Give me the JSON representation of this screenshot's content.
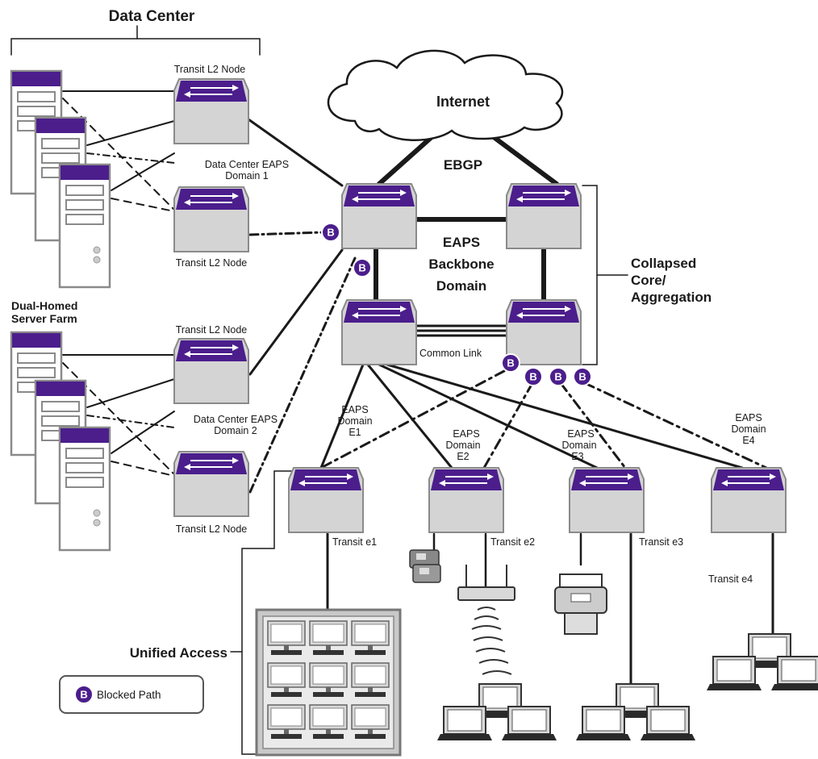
{
  "labels": {
    "data_center": "Data Center",
    "dual_homed": [
      "Dual-Homed",
      "Server Farm"
    ],
    "internet": "Internet",
    "ebgp": "EBGP",
    "eaps_backbone": [
      "EAPS",
      "Backbone",
      "Domain"
    ],
    "collapsed": [
      "Collapsed",
      "Core/",
      "Aggregation"
    ],
    "common_link": "Common Link",
    "unified_access": "Unified Access",
    "blocked_path": "Blocked Path",
    "blocked_marker": "B"
  },
  "transit_l2_nodes": [
    "Transit L2 Node",
    "Transit L2 Node",
    "Transit L2 Node",
    "Transit L2 Node"
  ],
  "dc_eaps_domains": [
    [
      "Data Center EAPS",
      "Domain 1"
    ],
    [
      "Data Center EAPS",
      "Domain 2"
    ]
  ],
  "edge_domains": [
    [
      "EAPS",
      "Domain",
      "E1"
    ],
    [
      "EAPS",
      "Domain",
      "E2"
    ],
    [
      "EAPS",
      "Domain",
      "E3"
    ],
    [
      "EAPS",
      "Domain",
      "E4"
    ]
  ],
  "transit_edges": [
    "Transit e1",
    "Transit e2",
    "Transit e3",
    "Transit e4"
  ],
  "colors": {
    "accent": "#4b1e8c",
    "switch_body": "#d4d4d4",
    "outline": "#888888",
    "line": "#1a1a1a"
  }
}
